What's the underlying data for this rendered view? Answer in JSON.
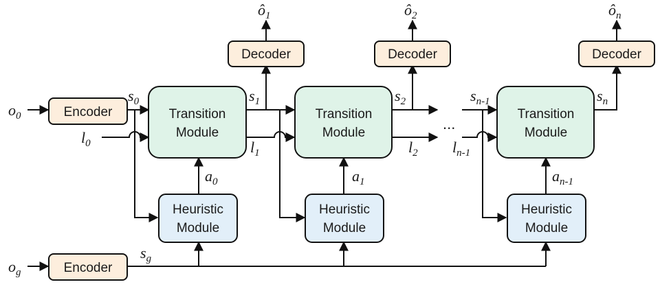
{
  "colors": {
    "encoder_fill": "#fdeedd",
    "decoder_fill": "#fdeedd",
    "transition_fill": "#dff3e8",
    "heuristic_fill": "#e2eff9",
    "stroke": "#111111"
  },
  "nodes": {
    "encoder_obs": "Encoder",
    "encoder_goal": "Encoder",
    "decoder_1": "Decoder",
    "decoder_2": "Decoder",
    "decoder_n": "Decoder",
    "transition_line1": "Transition",
    "transition_line2": "Module",
    "heuristic_line1": "Heuristic",
    "heuristic_line2": "Module"
  },
  "labels": {
    "o0": {
      "base": "o",
      "sub": "0"
    },
    "og": {
      "base": "o",
      "sub": "g"
    },
    "s0": {
      "base": "s",
      "sub": "0"
    },
    "s1": {
      "base": "s",
      "sub": "1"
    },
    "s2": {
      "base": "s",
      "sub": "2"
    },
    "sn1": {
      "base": "s",
      "sub": "n-1"
    },
    "sn": {
      "base": "s",
      "sub": "n"
    },
    "sg": {
      "base": "s",
      "sub": "g"
    },
    "l0": {
      "base": "l",
      "sub": "0"
    },
    "l1": {
      "base": "l",
      "sub": "1"
    },
    "l2": {
      "base": "l",
      "sub": "2"
    },
    "ln1": {
      "base": "l",
      "sub": "n-1"
    },
    "a0": {
      "base": "a",
      "sub": "0"
    },
    "a1": {
      "base": "a",
      "sub": "1"
    },
    "an1": {
      "base": "a",
      "sub": "n-1"
    },
    "ohat1": {
      "base": "ô",
      "sub": "1"
    },
    "ohat2": {
      "base": "ô",
      "sub": "2"
    },
    "ohatn": {
      "base": "ô",
      "sub": "n"
    },
    "ellipsis": "..."
  }
}
